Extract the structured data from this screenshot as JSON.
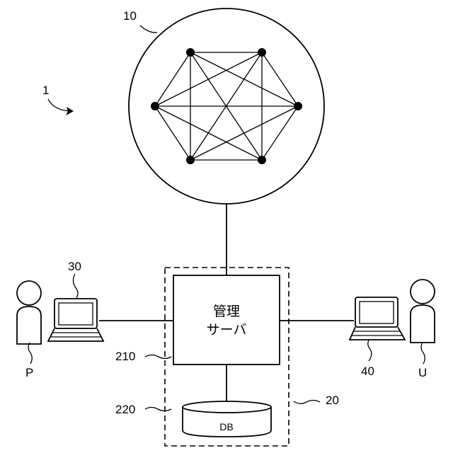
{
  "diagram": {
    "labels": {
      "system": "1",
      "network": "10",
      "server_system": "20",
      "server": "210",
      "database": "220",
      "terminal_left": "30",
      "terminal_right": "40",
      "person_left": "P",
      "person_right": "U"
    },
    "server_text": {
      "line1": "管理",
      "line2": "サーバ"
    },
    "db_text": "DB",
    "network_nodes": 6,
    "colors": {
      "stroke": "#000000",
      "background": "#ffffff"
    }
  }
}
